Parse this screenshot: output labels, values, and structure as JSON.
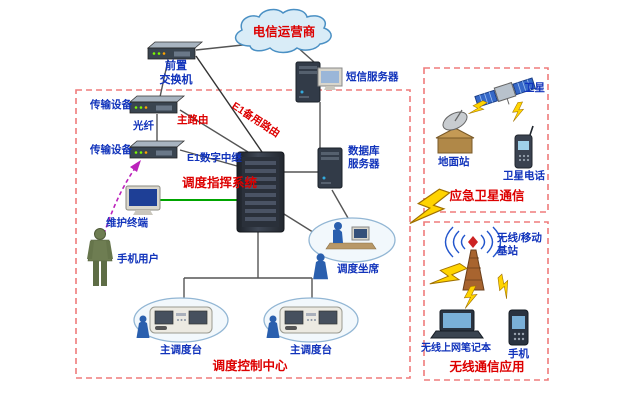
{
  "diagram": {
    "cloud": {
      "label": "电信运营商"
    },
    "front_switch": {
      "label": "前置\n交换机"
    },
    "left": {
      "transmission1": "传输设备",
      "fiber": "光纤",
      "main_route": "主路由",
      "transmission2": "传输设备",
      "e1_digital": "E1数字中继",
      "e1_backup": "E1备用路由",
      "maintenance_terminal": "维护终端",
      "mobile_user": "手机用户"
    },
    "center": {
      "dispatch_system": "调度指挥系统",
      "sms_server": "短信服务器",
      "db_server": "数据库\n服务器",
      "dispatch_seat": "调度坐席",
      "main_console1": "主调度台",
      "main_console2": "主调度台",
      "control_center_title": "调度控制中心"
    },
    "satcom": {
      "satellite": "卫星",
      "ground_station": "地面站",
      "satellite_phone": "卫星电话",
      "title": "应急卫星通信"
    },
    "wireless": {
      "base_station": "无线/移动\n基站",
      "laptop": "无线上网笔记本",
      "phone": "手机",
      "title": "无线通信应用"
    },
    "colors": {
      "label_blue": "#1133bb",
      "label_red": "#dd0000",
      "box_border": "#ef7b7b",
      "lightning_yellow": "#ffd400",
      "green_link": "#00a400",
      "purple_link": "#bb22bb"
    }
  }
}
